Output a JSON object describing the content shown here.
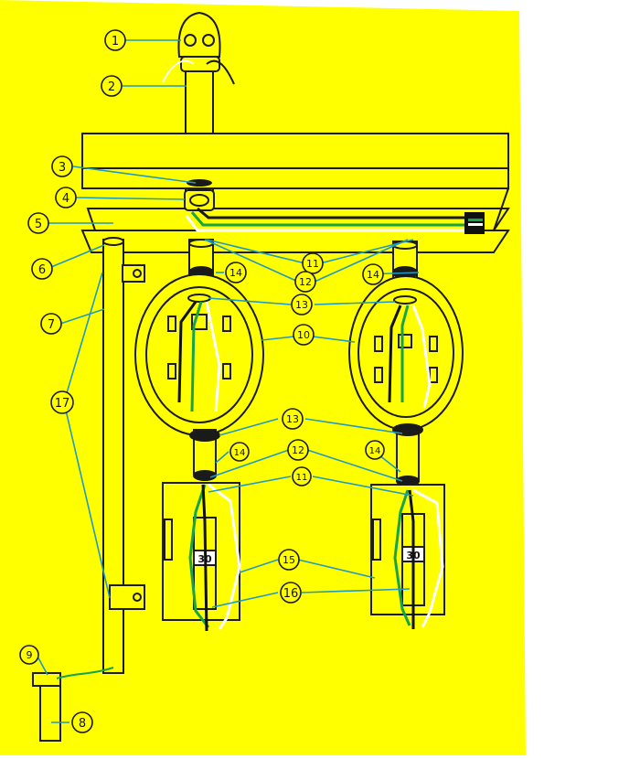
{
  "colors": {
    "background": "#FFFF00",
    "outline": "#1a1a1a",
    "leader": "#1f9ac2",
    "ground_wire": "#16a34a",
    "neutral_wire": "#ffffff",
    "hot_wire": "#111111"
  },
  "callouts": {
    "c1": "1",
    "c2": "2",
    "c3": "3",
    "c4": "4",
    "c5": "5",
    "c6": "6",
    "c7": "7",
    "c8": "8",
    "c9": "9",
    "c10": "10",
    "c11a": "11",
    "c11b": "11",
    "c12a": "12",
    "c12b": "12",
    "c13a": "13",
    "c13b": "13",
    "c14a": "14",
    "c14b": "14",
    "c14c": "14",
    "c14d": "14",
    "c15": "15",
    "c16": "16",
    "c17": "17"
  },
  "breaker_label_left": "30",
  "breaker_label_right": "30"
}
